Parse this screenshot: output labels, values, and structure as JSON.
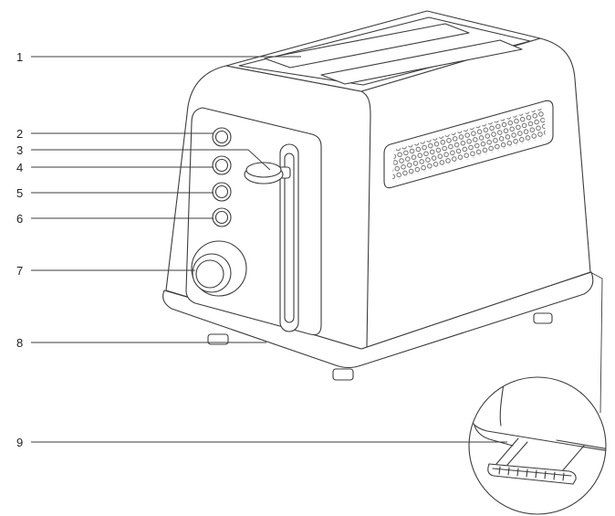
{
  "callouts": [
    "1",
    "2",
    "3",
    "4",
    "5",
    "6",
    "7",
    "8",
    "9"
  ],
  "colors": {
    "line": "#3c3c3c",
    "background": "#ffffff"
  }
}
